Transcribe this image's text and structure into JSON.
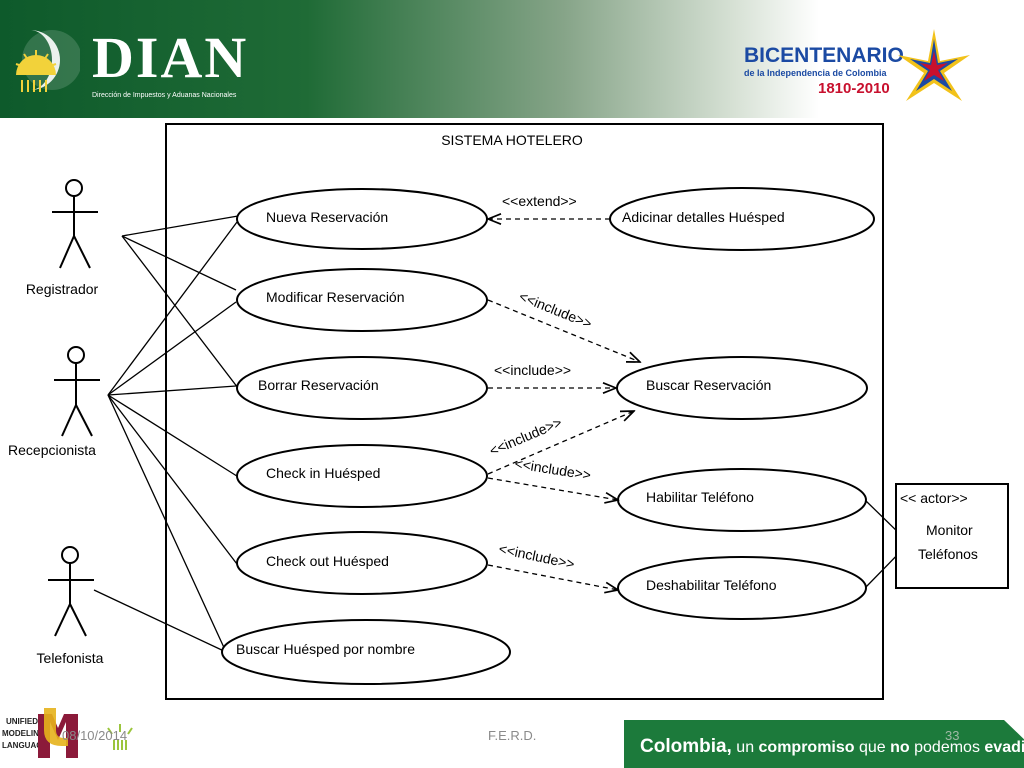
{
  "header": {
    "org_name": "DIAN",
    "org_subtitle": "Dirección de Impuestos y Aduanas Nacionales",
    "bicentenario_title": "BICENTENARIO",
    "bicentenario_subtitle": "de la Independencia de Colombia",
    "bicentenario_years": "1810-2010"
  },
  "diagram": {
    "system_title": "SISTEMA HOTELERO",
    "actors": [
      {
        "name": "Registrador"
      },
      {
        "name": "Recepcionista"
      },
      {
        "name": "Telefonista"
      }
    ],
    "use_cases": {
      "nueva": "Nueva Reservación",
      "modificar": "Modificar Reservación",
      "borrar": "Borrar Reservación",
      "checkin": "Check in Huésped",
      "checkout": "Check out Huésped",
      "buscar_huesped": "Buscar Huésped por nombre",
      "adicionar": "Adicinar detalles Huésped",
      "buscar_reserva": "Buscar Reservación",
      "habilitar": "Habilitar Teléfono",
      "deshabilitar": "Deshabilitar Teléfono"
    },
    "relations": {
      "extend": "<<extend>>",
      "include": "<<include>>"
    },
    "external_actor": {
      "stereotype": "<< actor>>",
      "line1": "Monitor",
      "line2": "Teléfonos"
    }
  },
  "footer": {
    "date": "08/10/2014",
    "center": "F.E.R.D.",
    "page": "33",
    "slogan_bold1": "Colombia,",
    "slogan_part1": " un ",
    "slogan_bold2": "compromiso",
    "slogan_part2": " que ",
    "slogan_bold3": "no",
    "slogan_part3": " podemos ",
    "slogan_bold4": "evadir.",
    "uml_line1": "UNIFIED",
    "uml_line2": "MODELING",
    "uml_line3": "LANGUAGE"
  },
  "colors": {
    "brand_green": "#1c7a3b",
    "bicent_blue": "#1b4aa3",
    "bicent_red": "#c8102e"
  }
}
